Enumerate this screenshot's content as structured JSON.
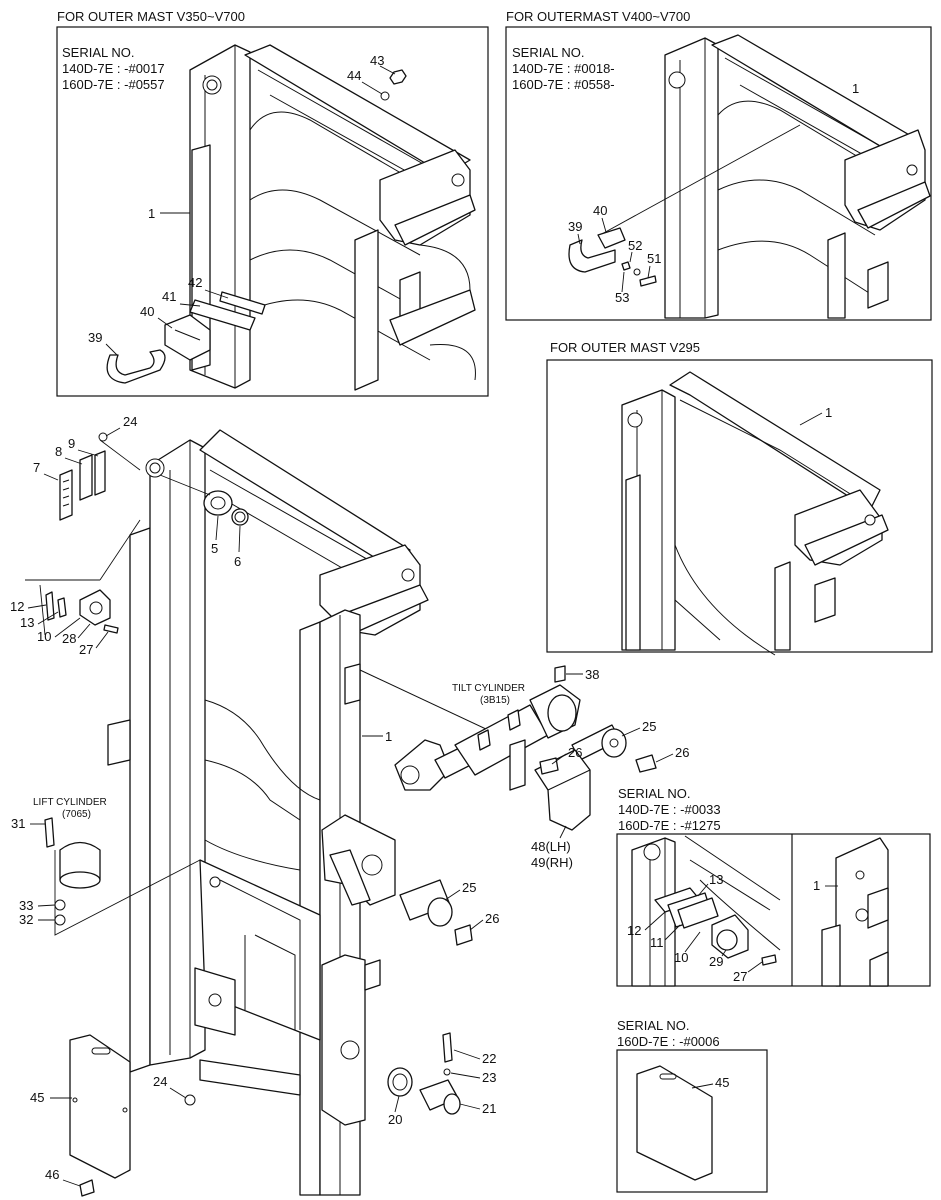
{
  "headings": {
    "outer_v350": "FOR OUTER MAST V350~V700",
    "outer_v400": "FOR OUTERMAST V400~V700",
    "outer_v295": "FOR OUTER MAST V295"
  },
  "serials": {
    "box1": {
      "label": "SERIAL NO.",
      "line1": "140D-7E : -#0017",
      "line2": "160D-7E : -#0557"
    },
    "box2": {
      "label": "SERIAL NO.",
      "line1": "140D-7E : #0018-",
      "line2": "160D-7E : #0558-"
    },
    "box3": {
      "label": "SERIAL NO.",
      "line1": "140D-7E : -#0033",
      "line2": "160D-7E : -#1275"
    },
    "box4": {
      "label": "SERIAL NO.",
      "line1": "160D-7E : -#0006"
    }
  },
  "labels": {
    "tilt_cylinder": "TILT CYLINDER",
    "tilt_cylinder_code": "(3B15)",
    "lift_cylinder": "LIFT CYLINDER",
    "lift_cylinder_code": "(7065)"
  },
  "callouts": {
    "b1_43": "43",
    "b1_44": "44",
    "b1_1": "1",
    "b1_42": "42",
    "b1_41": "41",
    "b1_40": "40",
    "b1_39": "39",
    "b2_1": "1",
    "b2_40": "40",
    "b2_39": "39",
    "b2_52": "52",
    "b2_51": "51",
    "b2_53": "53",
    "b3_1": "1",
    "m_24a": "24",
    "m_9": "9",
    "m_8": "8",
    "m_7": "7",
    "m_5": "5",
    "m_6": "6",
    "m_12": "12",
    "m_13": "13",
    "m_10": "10",
    "m_28": "28",
    "m_27": "27",
    "m_1": "1",
    "m_38": "38",
    "m_25a": "25",
    "m_26a": "26",
    "m_26b": "26",
    "m_48": "48(LH)",
    "m_49": "49(RH)",
    "m_31": "31",
    "m_33": "33",
    "m_32": "32",
    "m_25b": "25",
    "m_26c": "26",
    "m_22": "22",
    "m_23": "23",
    "m_21": "21",
    "m_20": "20",
    "m_24b": "24",
    "m_45": "45",
    "m_46": "46",
    "b5_1": "1",
    "b5_13": "13",
    "b5_12": "12",
    "b5_11": "11",
    "b5_10": "10",
    "b5_29": "29",
    "b5_27": "27",
    "b6_45": "45"
  }
}
